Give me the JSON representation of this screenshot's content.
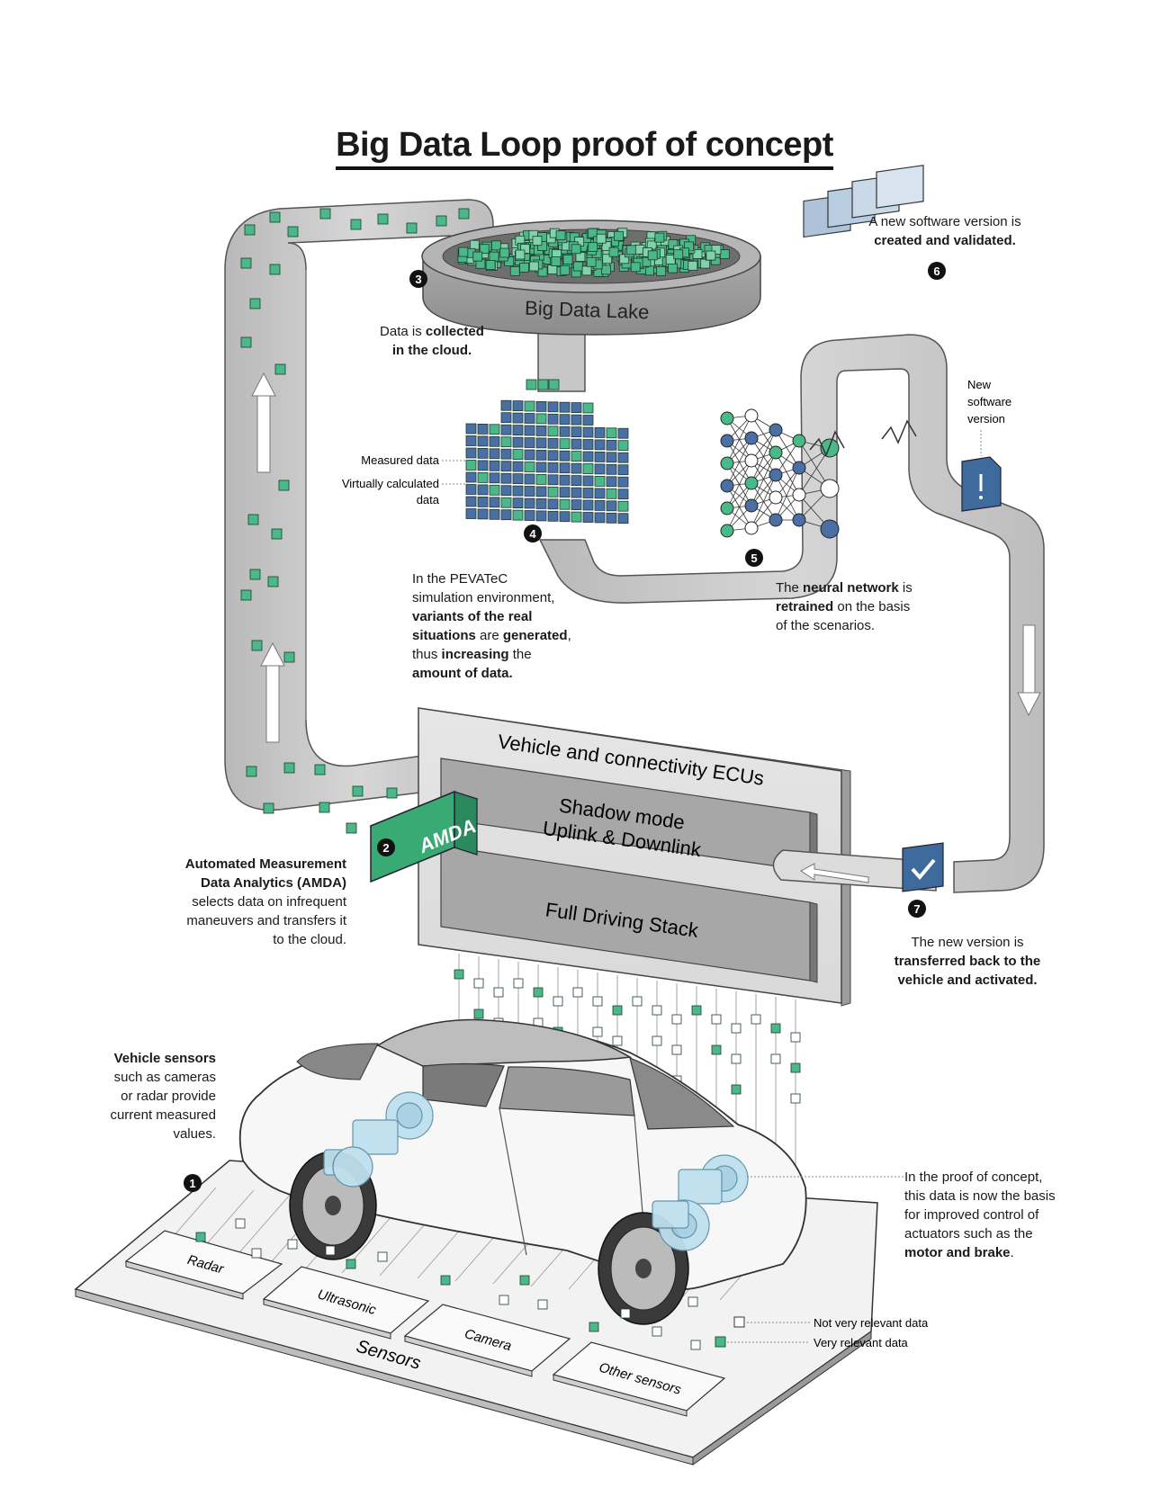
{
  "title": "Big Data Loop proof of concept",
  "steps": [
    "1",
    "2",
    "3",
    "4",
    "5",
    "6",
    "7"
  ],
  "labels": {
    "big_data_lake": "Big Data Lake",
    "amda_box": "AMDA",
    "ecu_header": "Vehicle and connectivity ECUs",
    "shadow_line1": "Shadow mode",
    "shadow_line2": "Uplink & Downlink",
    "full_stack": "Full Driving Stack",
    "measured_data": "Measured data",
    "virtual_data_1": "Virtually calculated",
    "virtual_data_2": "data",
    "new_sw_1": "New",
    "new_sw_2": "software",
    "new_sw_3": "version",
    "sensors_base": "Sensors",
    "sensor_radar": "Radar",
    "sensor_ultrasonic": "Ultrasonic",
    "sensor_camera": "Camera",
    "sensor_other": "Other sensors",
    "legend_not_relevant": "Not very relevant data",
    "legend_relevant": "Very relevant data"
  },
  "captions": {
    "step3": {
      "a": "Data is ",
      "b": "collected",
      "c": "in the cloud."
    },
    "step6": {
      "a": "A new software version is",
      "b": "created and validated."
    },
    "step4": {
      "l1": "In the PEVATeC",
      "l2": "simulation environment,",
      "l3b": "variants of the real",
      "l4b": "situations",
      "l4a": " are ",
      "l4c": "generated",
      "l4d": ",",
      "l5a": "thus ",
      "l5b": "increasing",
      "l5c": " the",
      "l6b": "amount of data."
    },
    "step5": {
      "a": "The ",
      "b": "neural network",
      "c": " is",
      "d": "retrained",
      "e": " on the basis",
      "f": "of the scenarios."
    },
    "step2": {
      "b1": "Automated Measurement",
      "b2": "Data Analytics (AMDA)",
      "l3": "selects data on infrequent",
      "l4": "maneuvers and transfers it",
      "l5": "to the cloud."
    },
    "step7": {
      "a": "The new version is",
      "b1": "transferred back to the",
      "b2": "vehicle and activated."
    },
    "step1": {
      "b": "Vehicle sensors",
      "l2": "such as cameras",
      "l3": "or radar provide",
      "l4": "current measured",
      "l5": "values."
    },
    "actuators": {
      "l1": "In the proof of concept,",
      "l2": "this data is now the basis",
      "l3": "for improved control of",
      "l4": "actuators such as the",
      "b": "motor and brake",
      "e": "."
    }
  },
  "colors": {
    "green": "#4bb88a",
    "blue": "#4a6fa5",
    "band": "#c8c8c8",
    "band_dark": "#9a9a9a",
    "amda": "#3aaa74",
    "check": "#3e6a9c"
  }
}
